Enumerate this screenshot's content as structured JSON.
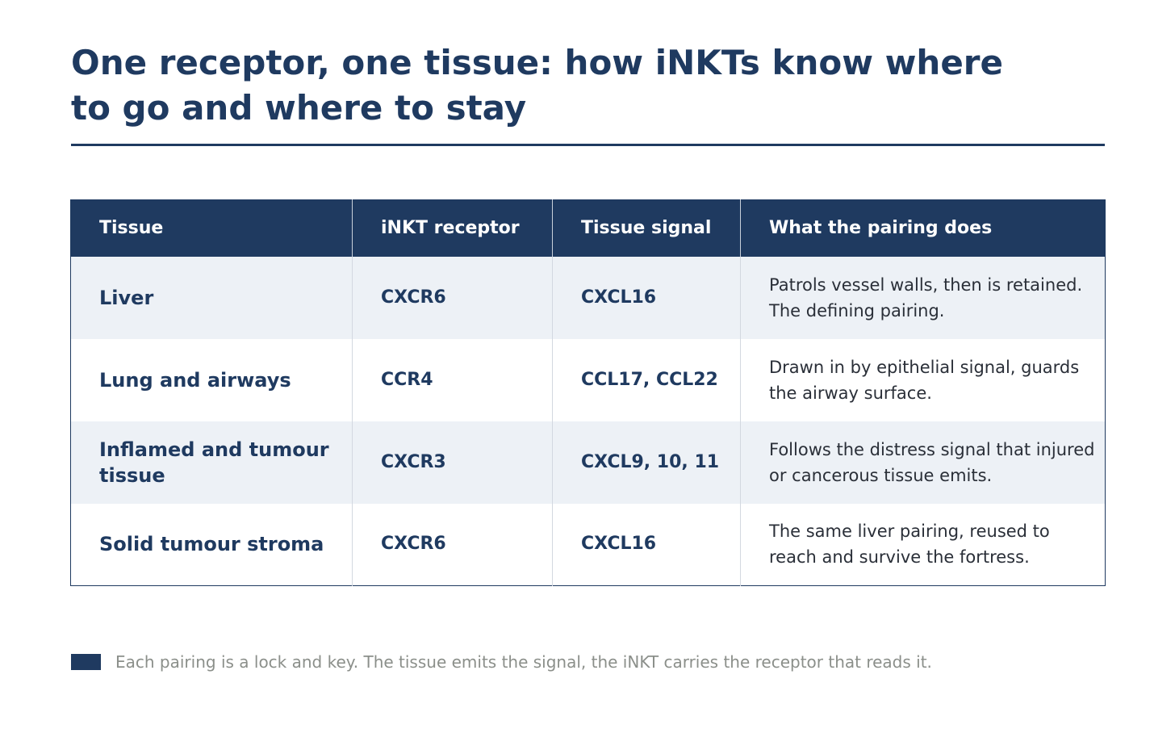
{
  "title": "One receptor, one tissue: how iNKTs know where to go and where to stay",
  "table": {
    "headers": [
      "Tissue",
      "iNKT receptor",
      "Tissue signal",
      "What the pairing does"
    ],
    "rows": [
      {
        "tissue": "Liver",
        "receptor": "CXCR6",
        "signal": "CXCL16",
        "effect": "Patrols vessel walls, then is retained. The defining pairing."
      },
      {
        "tissue": "Lung and airways",
        "receptor": "CCR4",
        "signal": "CCL17, CCL22",
        "effect": "Drawn in by epithelial signal, guards the airway surface."
      },
      {
        "tissue": "Inflamed and tumour tissue",
        "receptor": "CXCR3",
        "signal": "CXCL9, 10, 11",
        "effect": "Follows the distress signal that injured or cancerous tissue emits."
      },
      {
        "tissue": "Solid tumour stroma",
        "receptor": "CXCR6",
        "signal": "CXCL16",
        "effect": "The same liver pairing, reused to reach and survive the fortress."
      }
    ]
  },
  "footnote": "Each pairing is a lock and key. The tissue emits the signal, the iNKT carries the receptor that reads it.",
  "colors": {
    "accent": "#1f3a60",
    "row_alt": "#edf1f6",
    "footnote_text": "#8b8f8a"
  }
}
